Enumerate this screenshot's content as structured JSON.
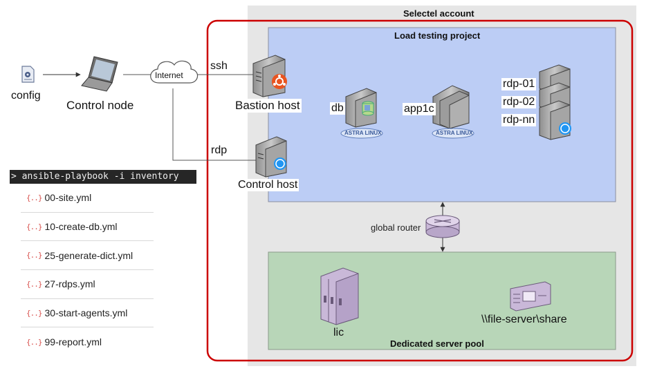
{
  "account": {
    "title": "Selectel account"
  },
  "project": {
    "title": "Load testing project"
  },
  "pool": {
    "title": "Dedicated server pool"
  },
  "nodes": {
    "config": "config",
    "control_node": "Control node",
    "internet": "Internet",
    "bastion": "Bastion host",
    "control_host": "Control host",
    "db": "db",
    "app1c": "app1c",
    "rdp_01": "rdp-01",
    "rdp_02": "rdp-02",
    "rdp_nn": "rdp-nn",
    "global_router": "global router",
    "lic": "lic",
    "file_server": "\\\\file-server\\share"
  },
  "os_badges": {
    "db": "ASTRA LINUX",
    "app1c": "ASTRA LINUX"
  },
  "links": {
    "ssh": "ssh",
    "rdp": "rdp"
  },
  "command": "> ansible-playbook -i inventory",
  "playbooks": [
    {
      "icon": "{..}",
      "file": "00-site.yml"
    },
    {
      "icon": "{..}",
      "file": "10-create-db.yml"
    },
    {
      "icon": "{..}",
      "file": "25-generate-dict.yml"
    },
    {
      "icon": "{..}",
      "file": "27-rdps.yml"
    },
    {
      "icon": "{..}",
      "file": "30-start-agents.yml"
    },
    {
      "icon": "{..}",
      "file": "99-report.yml"
    }
  ],
  "colors": {
    "account_bg": "#e6e6e6",
    "account_border": "#cc0000",
    "project_bg": "#bccdf5",
    "pool_bg": "#b8d6b8",
    "ubuntu": "#e95420",
    "windows": "#2196f3",
    "lic_purple": "#c9b8d8"
  }
}
